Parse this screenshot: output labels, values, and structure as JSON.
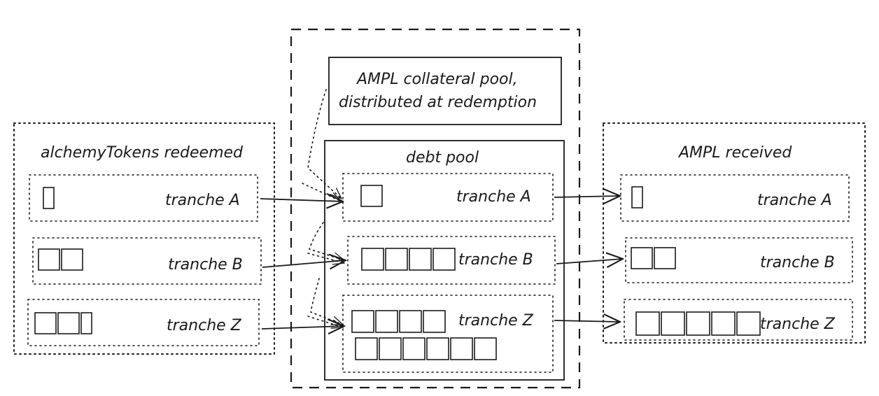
{
  "groups": {
    "redeemed": {
      "title": "alchemyTokens redeemed",
      "rows": [
        {
          "label": "tranche A",
          "units": 0.5
        },
        {
          "label": "tranche B",
          "units": 2
        },
        {
          "label": "tranche Z",
          "units": 2.5
        }
      ]
    },
    "debt_pool": {
      "title": "debt pool",
      "rows": [
        {
          "label": "tranche A",
          "units": 1
        },
        {
          "label": "tranche B",
          "units": 4
        },
        {
          "label": "tranche Z",
          "units": 10
        }
      ]
    },
    "received": {
      "title": "AMPL received",
      "rows": [
        {
          "label": "tranche A",
          "units": 0.5
        },
        {
          "label": "tranche B",
          "units": 2
        },
        {
          "label": "tranche Z",
          "units": 5
        }
      ]
    }
  },
  "collateral_pool": {
    "line1": "AMPL collateral pool,",
    "line2": "distributed at redemption"
  },
  "colors": {
    "ink": "#1a1a1a",
    "background": "#ffffff"
  }
}
